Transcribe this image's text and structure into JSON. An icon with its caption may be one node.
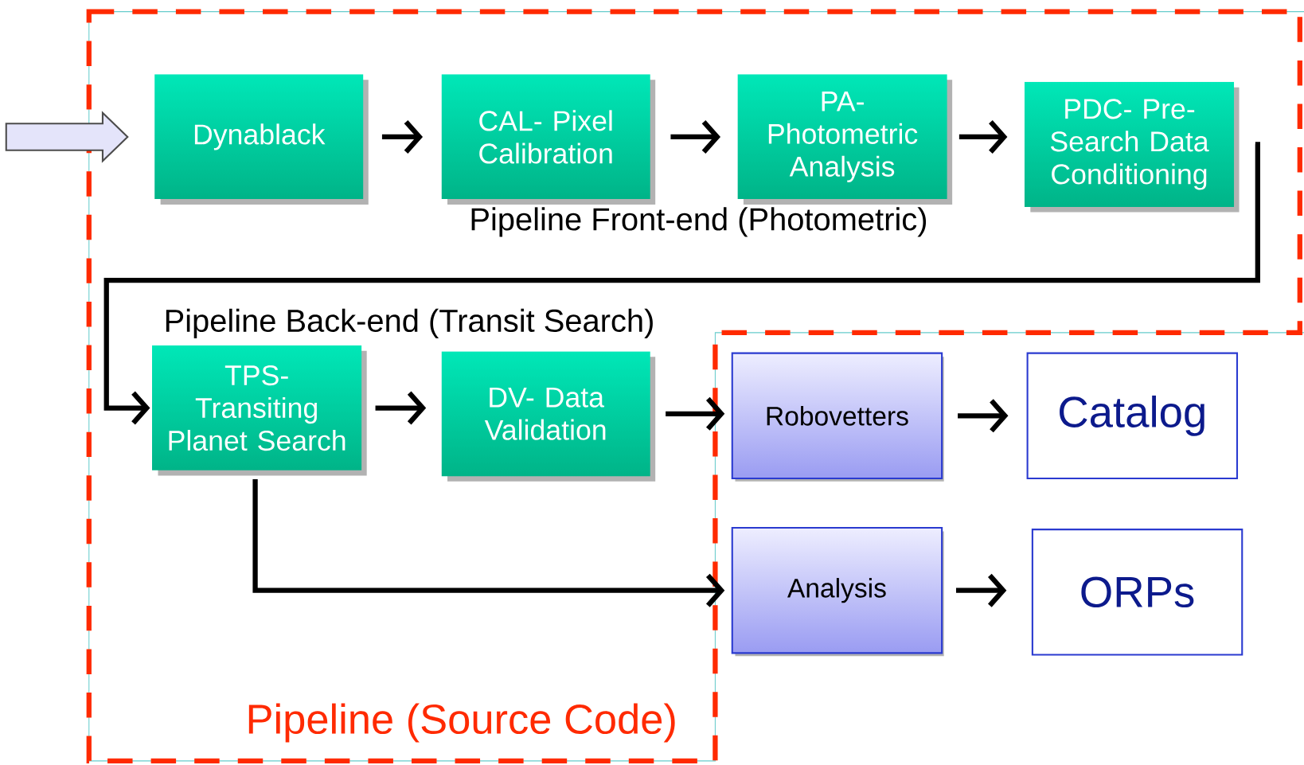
{
  "diagram": {
    "nodes": [
      {
        "text": [
          "Pipeline (Source Code)"
        ]
      },
      {
        "text": [
          "Dynablack"
        ],
        "in": 0
      },
      {
        "text": [
          "CAL- Pixel Calibration"
        ],
        "in": 0
      },
      {
        "text": [
          "PA- Photometric Analysis"
        ],
        "in": 0
      },
      {
        "text": [
          "PDC- Pre-Search Data Conditioning"
        ],
        "in": 0
      },
      {
        "text": [
          "TPS- Transiting Planet Search"
        ],
        "in": 0
      },
      {
        "text": [
          "DV- Data Validation"
        ],
        "in": 0
      },
      {
        "text": [
          "Robovetters"
        ]
      },
      {
        "text": [
          "Catalog"
        ]
      },
      {
        "text": [
          "Analysis"
        ]
      },
      {
        "text": [
          "ORPs"
        ]
      }
    ],
    "edges": [
      {
        "from": null,
        "to": 1,
        "arrow": "to"
      },
      {
        "from": 1,
        "to": 2,
        "arrow": "to"
      },
      {
        "from": 2,
        "to": 3,
        "arrow": "to"
      },
      {
        "from": 3,
        "to": 4,
        "arrow": "to"
      },
      {
        "from": 4,
        "to": 5,
        "arrow": "to"
      },
      {
        "from": 5,
        "to": 6,
        "arrow": "to"
      },
      {
        "from": 6,
        "to": 7,
        "arrow": "to"
      },
      {
        "from": 7,
        "to": 8,
        "arrow": "to"
      },
      {
        "from": 5,
        "to": 9,
        "arrow": "to"
      },
      {
        "from": 9,
        "to": 10,
        "arrow": "to"
      }
    ],
    "labels": [
      "Pipeline Front-end (Photometric)",
      "Pipeline Back-end (Transit Search)"
    ]
  }
}
